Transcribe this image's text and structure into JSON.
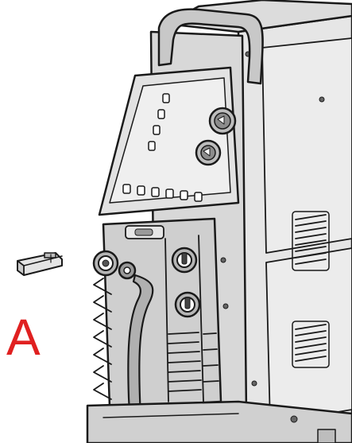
{
  "callout": {
    "label": "A",
    "color": "#e02020"
  },
  "parts": [
    {
      "name": "machine-housing"
    },
    {
      "name": "carry-handle"
    },
    {
      "name": "control-panel"
    },
    {
      "name": "adjustment-knob-upper"
    },
    {
      "name": "adjustment-knob-lower"
    },
    {
      "name": "front-connection-panel"
    },
    {
      "name": "welding-socket-left"
    },
    {
      "name": "welding-socket-right-upper"
    },
    {
      "name": "welding-socket-right-lower"
    },
    {
      "name": "torch-cable"
    },
    {
      "name": "cooling-vents"
    },
    {
      "name": "connector-plug-a"
    }
  ]
}
